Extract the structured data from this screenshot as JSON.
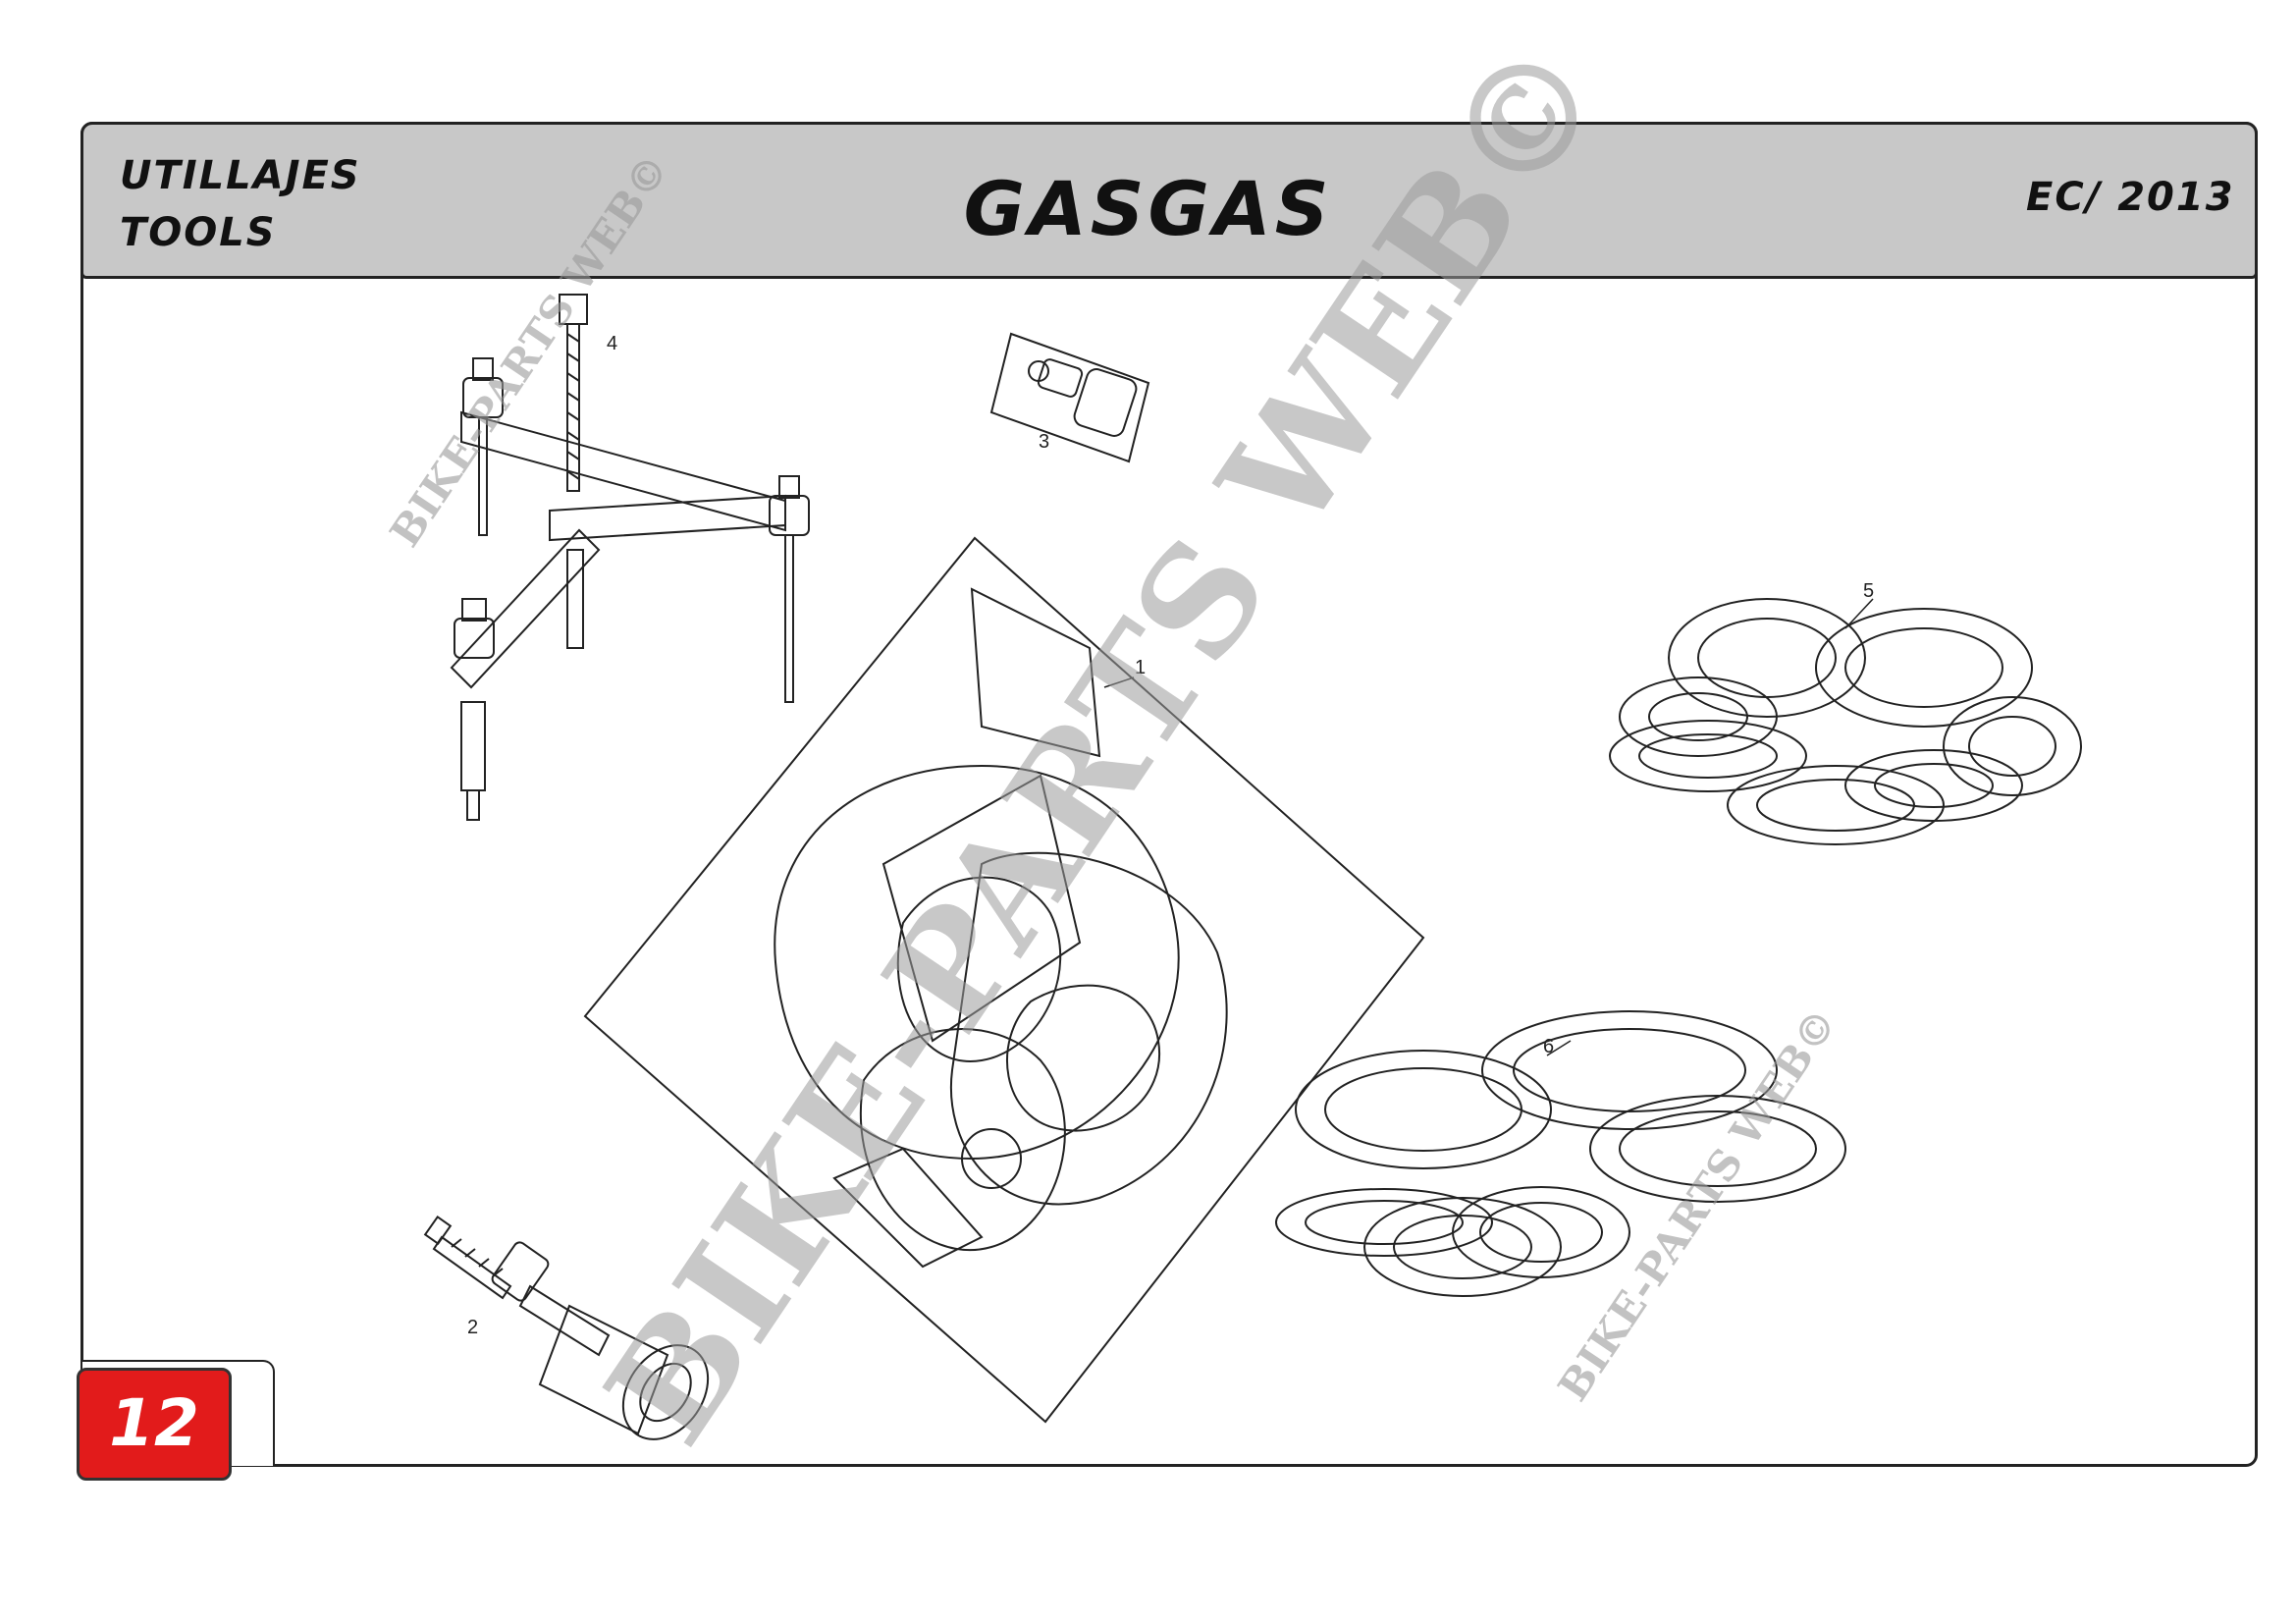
{
  "header": {
    "title_es": "UTILLAJES",
    "title_en": "TOOLS",
    "brand": "GASGAS",
    "model": "EC/ 2013"
  },
  "page_number": "12",
  "callouts": [
    "1",
    "2",
    "3",
    "4",
    "5",
    "6"
  ],
  "watermarks": {
    "main": "BIKE-PARTS WEB©",
    "small": "BIKE-PARTS WEB©"
  },
  "colors": {
    "header_bg": "#c8c8c8",
    "page_badge": "#e21b1b",
    "line": "#222222",
    "watermark": "#9a9a9a"
  }
}
